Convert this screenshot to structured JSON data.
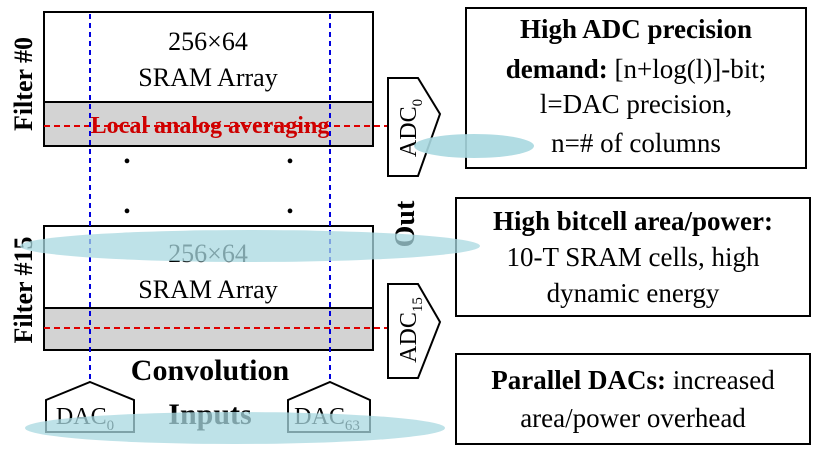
{
  "filter0": {
    "side_label": "Filter #0",
    "array_line1": "256×64",
    "array_line2": "SRAM Array",
    "averaging_label": "Local analog averaging"
  },
  "filter15": {
    "side_label": "Filter #15",
    "array_line1": "256×64",
    "array_line2": "SRAM Array"
  },
  "adc0": {
    "base": "ADC",
    "sub": "0"
  },
  "adc15": {
    "base": "ADC",
    "sub": "15"
  },
  "out_label": "Out",
  "dots": [
    "•",
    "•",
    "•",
    "•"
  ],
  "convolution_label": "Convolution",
  "inputs_label": "Inputs",
  "dac0": {
    "base": "DAC",
    "sub": "0"
  },
  "dac63": {
    "base": "DAC",
    "sub": "63"
  },
  "callouts": {
    "adc": {
      "line1": "High ADC precision",
      "line2_bold": "demand:",
      "line2_rest": " [n+log(l)]-bit;",
      "line3": "l=DAC precision,",
      "line4": "n=# of columns"
    },
    "bitcell": {
      "line1": "High bitcell area/power:",
      "line2": "10-T SRAM cells, high",
      "line3": "dynamic energy"
    },
    "dac": {
      "line1_bold": "Parallel DACs:",
      "line1_rest": " increased",
      "line2": "area/power overhead"
    }
  },
  "colors": {
    "highlight": "#a8d8e0",
    "averaging_text": "#cc0000",
    "dashed_red": "#dd0000",
    "dashed_blue": "#0000dd",
    "shaded_band": "#d3d3d3"
  }
}
